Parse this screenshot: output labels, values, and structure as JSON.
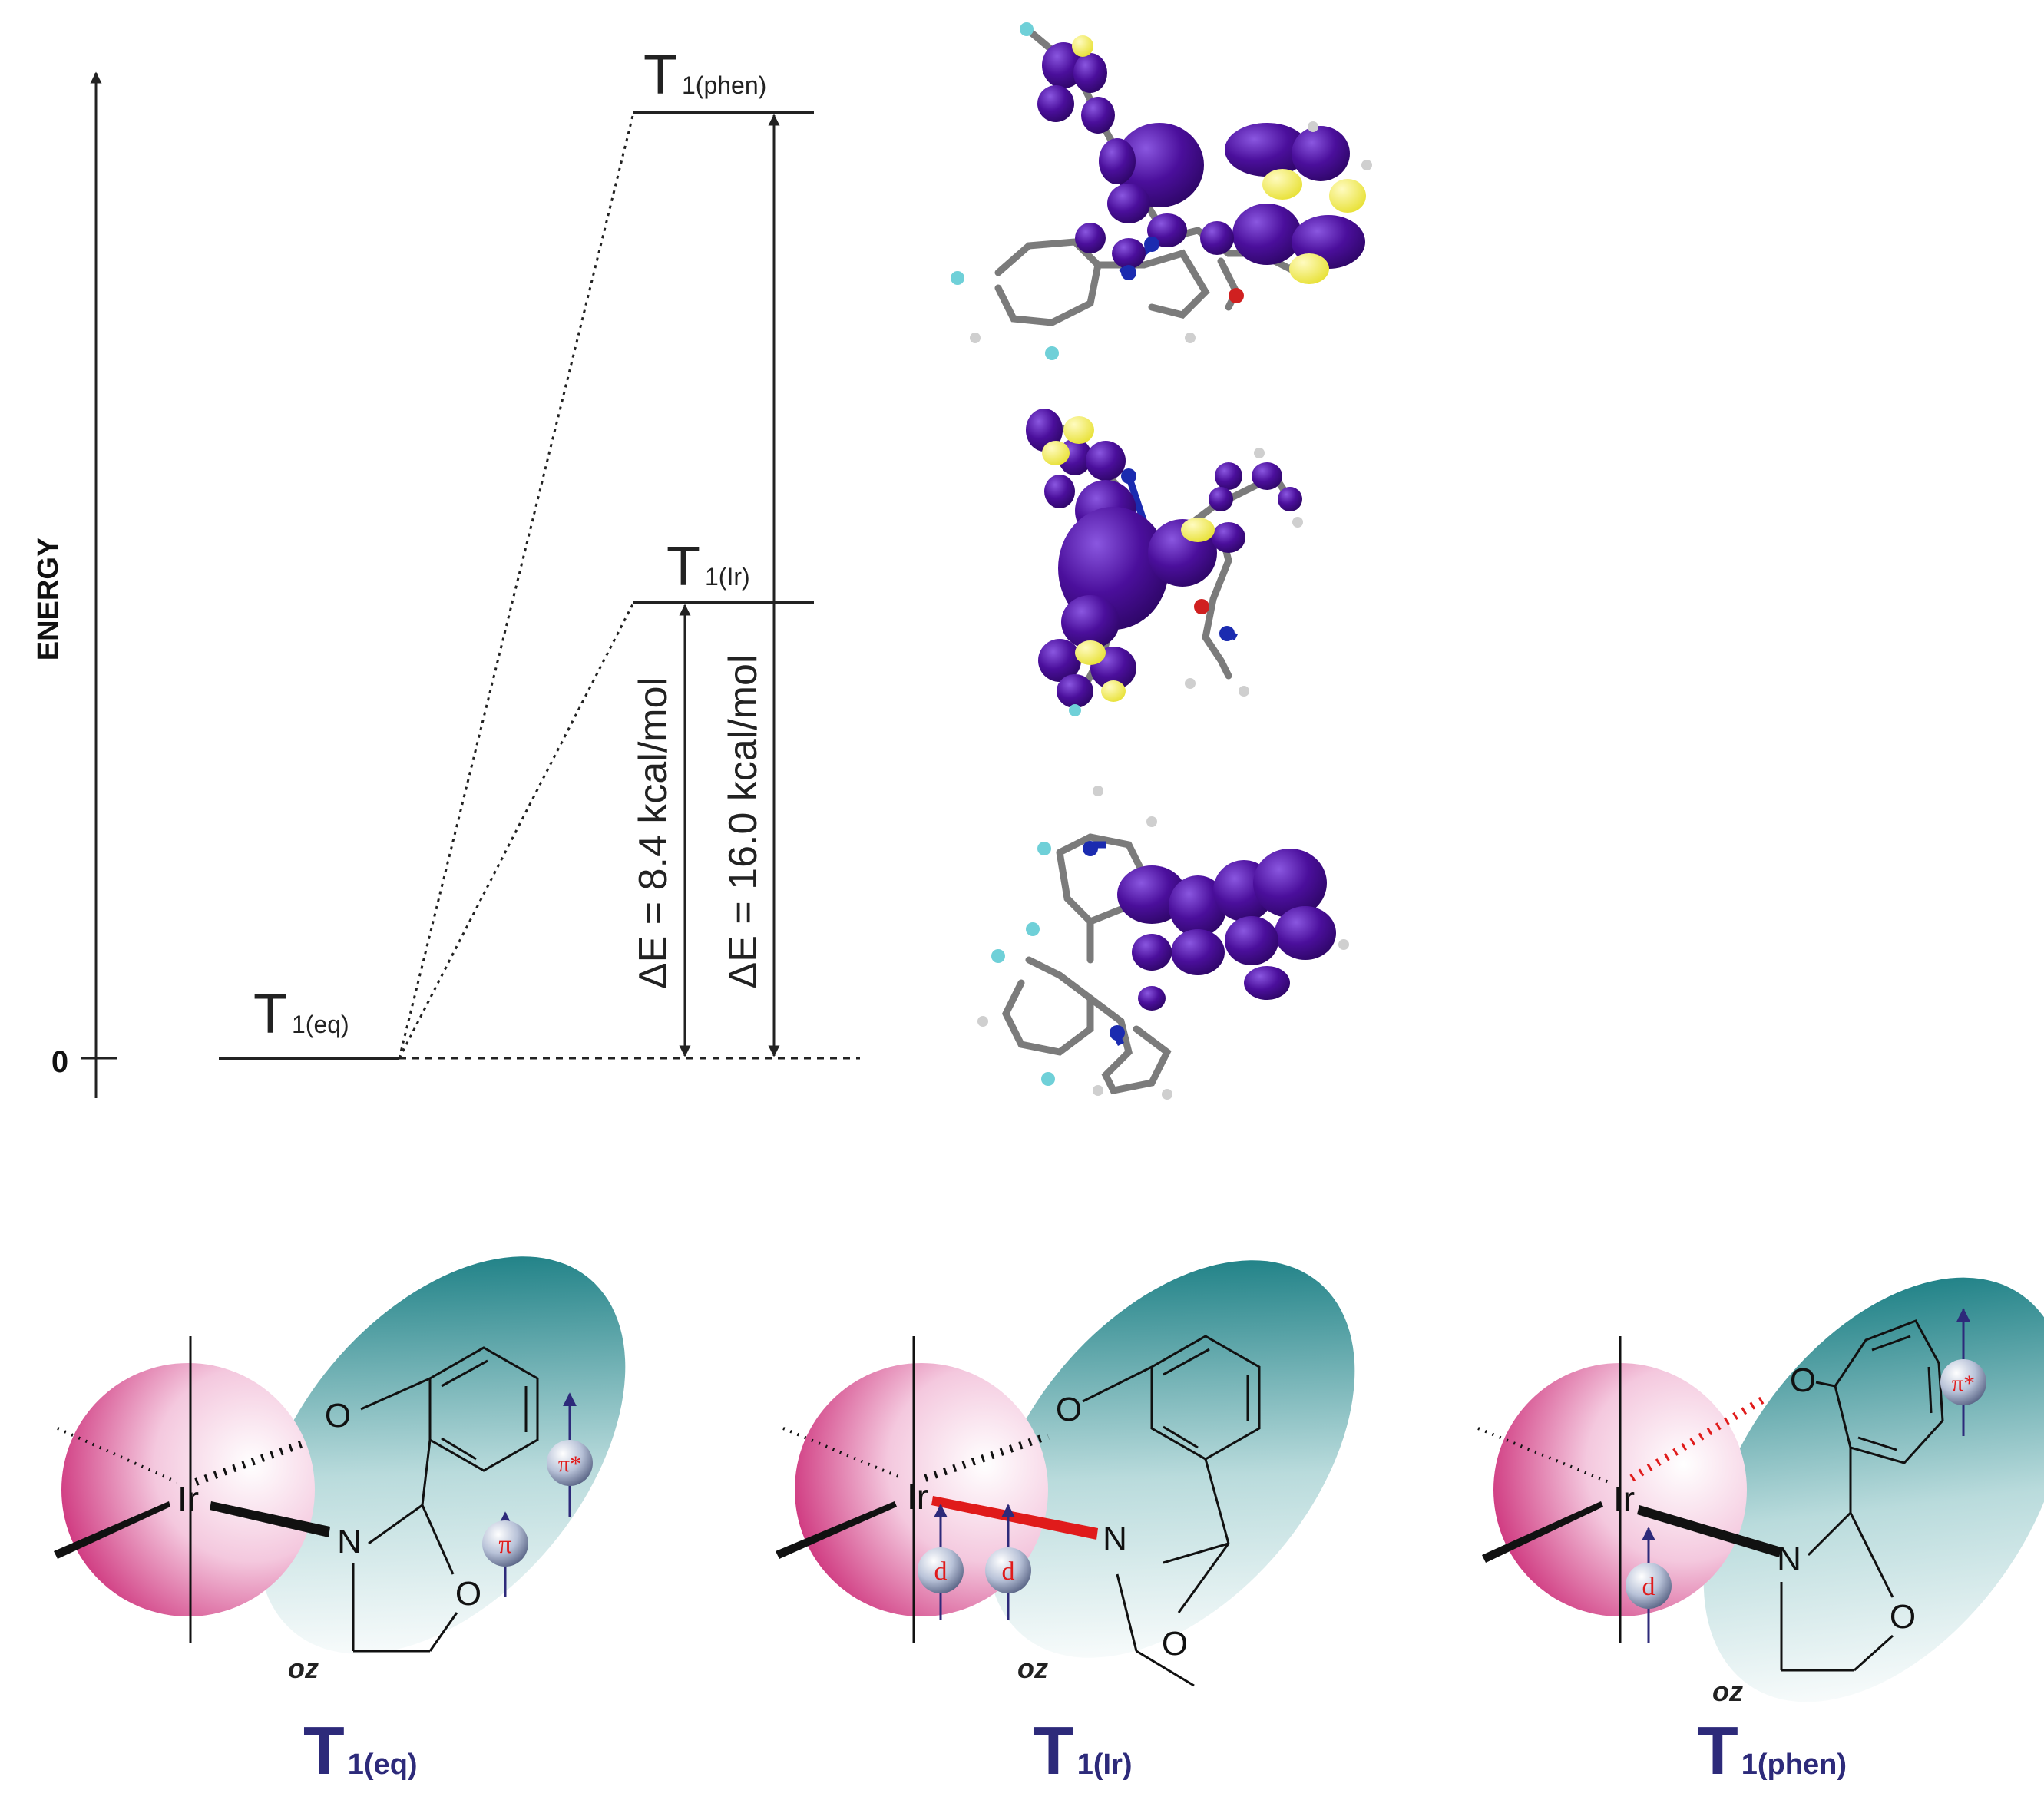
{
  "energy_diagram": {
    "axis_label": "ENERGY",
    "zero_label": "0",
    "levels": [
      {
        "id": "eq",
        "main": "T",
        "sub": "1(eq)"
      },
      {
        "id": "ir",
        "main": "T",
        "sub": "1(Ir)"
      },
      {
        "id": "phen",
        "main": "T",
        "sub": "1(phen)"
      }
    ],
    "gaps": [
      {
        "label": "ΔE = 8.4 kcal/mol",
        "value_kcal_mol": 8.4
      },
      {
        "label": "ΔE = 16.0 kcal/mol",
        "value_kcal_mol": 16.0
      }
    ]
  },
  "colors": {
    "ink": "#222222",
    "spin_density_main": "#4b0f9c",
    "spin_density_minor": "#f3ef55",
    "ir_sphere": "#d6307d",
    "ligand_ellipse": "#0e7a80",
    "label_blue": "#2d2a7a",
    "accent_red": "#e01b1b"
  },
  "schemes": [
    {
      "id": "eq",
      "iridium": "Ir",
      "nitrogen": "N",
      "oxygen_ring": "O",
      "oxygen_phenoxy": "O",
      "ligand_label": "oz",
      "orbitals": [
        {
          "symbol": "π"
        },
        {
          "symbol": "π*"
        }
      ],
      "title_main": "T",
      "title_sub": "1(eq)"
    },
    {
      "id": "ir",
      "iridium": "Ir",
      "nitrogen": "N",
      "oxygen_ring": "O",
      "oxygen_phenoxy": "O",
      "ligand_label": "oz",
      "orbitals": [
        {
          "symbol": "d"
        },
        {
          "symbol": "d"
        }
      ],
      "title_main": "T",
      "title_sub": "1(Ir)"
    },
    {
      "id": "phen",
      "iridium": "Ir",
      "nitrogen": "N",
      "oxygen_ring": "O",
      "oxygen_phenoxy": "O",
      "ligand_label": "oz",
      "orbitals": [
        {
          "symbol": "d"
        },
        {
          "symbol": "π*"
        }
      ],
      "title_main": "T",
      "title_sub": "1(phen)"
    }
  ]
}
